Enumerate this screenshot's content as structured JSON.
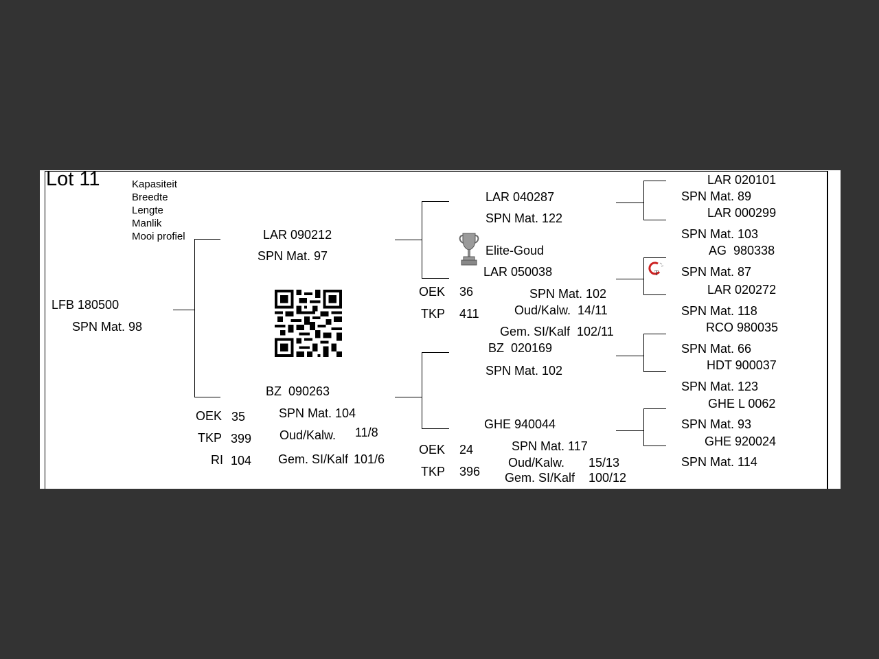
{
  "lot_title": "Lot 11",
  "traits": [
    "Kapasiteit",
    "Breedte",
    "Lengte",
    "Manlik",
    "Mooi profiel"
  ],
  "subject": {
    "id": "LFB 180500",
    "spn": "SPN Mat. 98"
  },
  "sire": {
    "id": "LAR 090212",
    "spn": "SPN Mat. 97"
  },
  "dam": {
    "id": "BZ  090263",
    "oek_label": "OEK",
    "oek": "35",
    "tkp_label": "TKP",
    "tkp": "399",
    "ri_label": "RI",
    "ri": "104",
    "spn": "SPN Mat. 104",
    "oud_label": "Oud/Kalw.",
    "oud": "11/8",
    "gem_label": "Gem. SI/Kalf",
    "gem": "101/6"
  },
  "ss": {
    "id": "LAR 040287",
    "spn": "SPN Mat. 122"
  },
  "sd": {
    "award": "Elite-Goud",
    "award_icon": "trophy-icon",
    "id": "LAR 050038",
    "oek_label": "OEK",
    "oek": "36",
    "tkp_label": "TKP",
    "tkp": "411",
    "spn": "SPN Mat. 102",
    "oud": "Oud/Kalw.  14/11",
    "gem": "Gem. SI/Kalf  102/11"
  },
  "ds": {
    "id": "BZ  020169",
    "spn": "SPN Mat. 102"
  },
  "dd": {
    "id": "GHE 940044",
    "oek_label": "OEK",
    "oek": "24",
    "tkp_label": "TKP",
    "tkp": "396",
    "spn": "SPN Mat. 117",
    "oud_label": "Oud/Kalw.",
    "oud": "15/13",
    "gem_label": "Gem. SI/Kalf",
    "gem": "100/12"
  },
  "gen4": [
    {
      "id": "LAR 020101",
      "spn": "SPN Mat. 89"
    },
    {
      "id": "LAR 000299",
      "spn": "SPN Mat. 103"
    },
    {
      "id": "AG  980338",
      "spn": "SPN Mat. 87"
    },
    {
      "id": "LAR 020272",
      "spn": "SPN Mat. 118"
    },
    {
      "id": "RCO 980035",
      "spn": "SPN Mat. 66"
    },
    {
      "id": "HDT 900037",
      "spn": "SPN Mat. 123"
    },
    {
      "id": "GHE L 0062",
      "spn": "SPN Mat. 93"
    },
    {
      "id": "GHE 920024",
      "spn": "SPN Mat. 114"
    }
  ],
  "colors": {
    "background": "#333333",
    "sheet": "#ffffff",
    "logo_red": "#cc2222"
  }
}
